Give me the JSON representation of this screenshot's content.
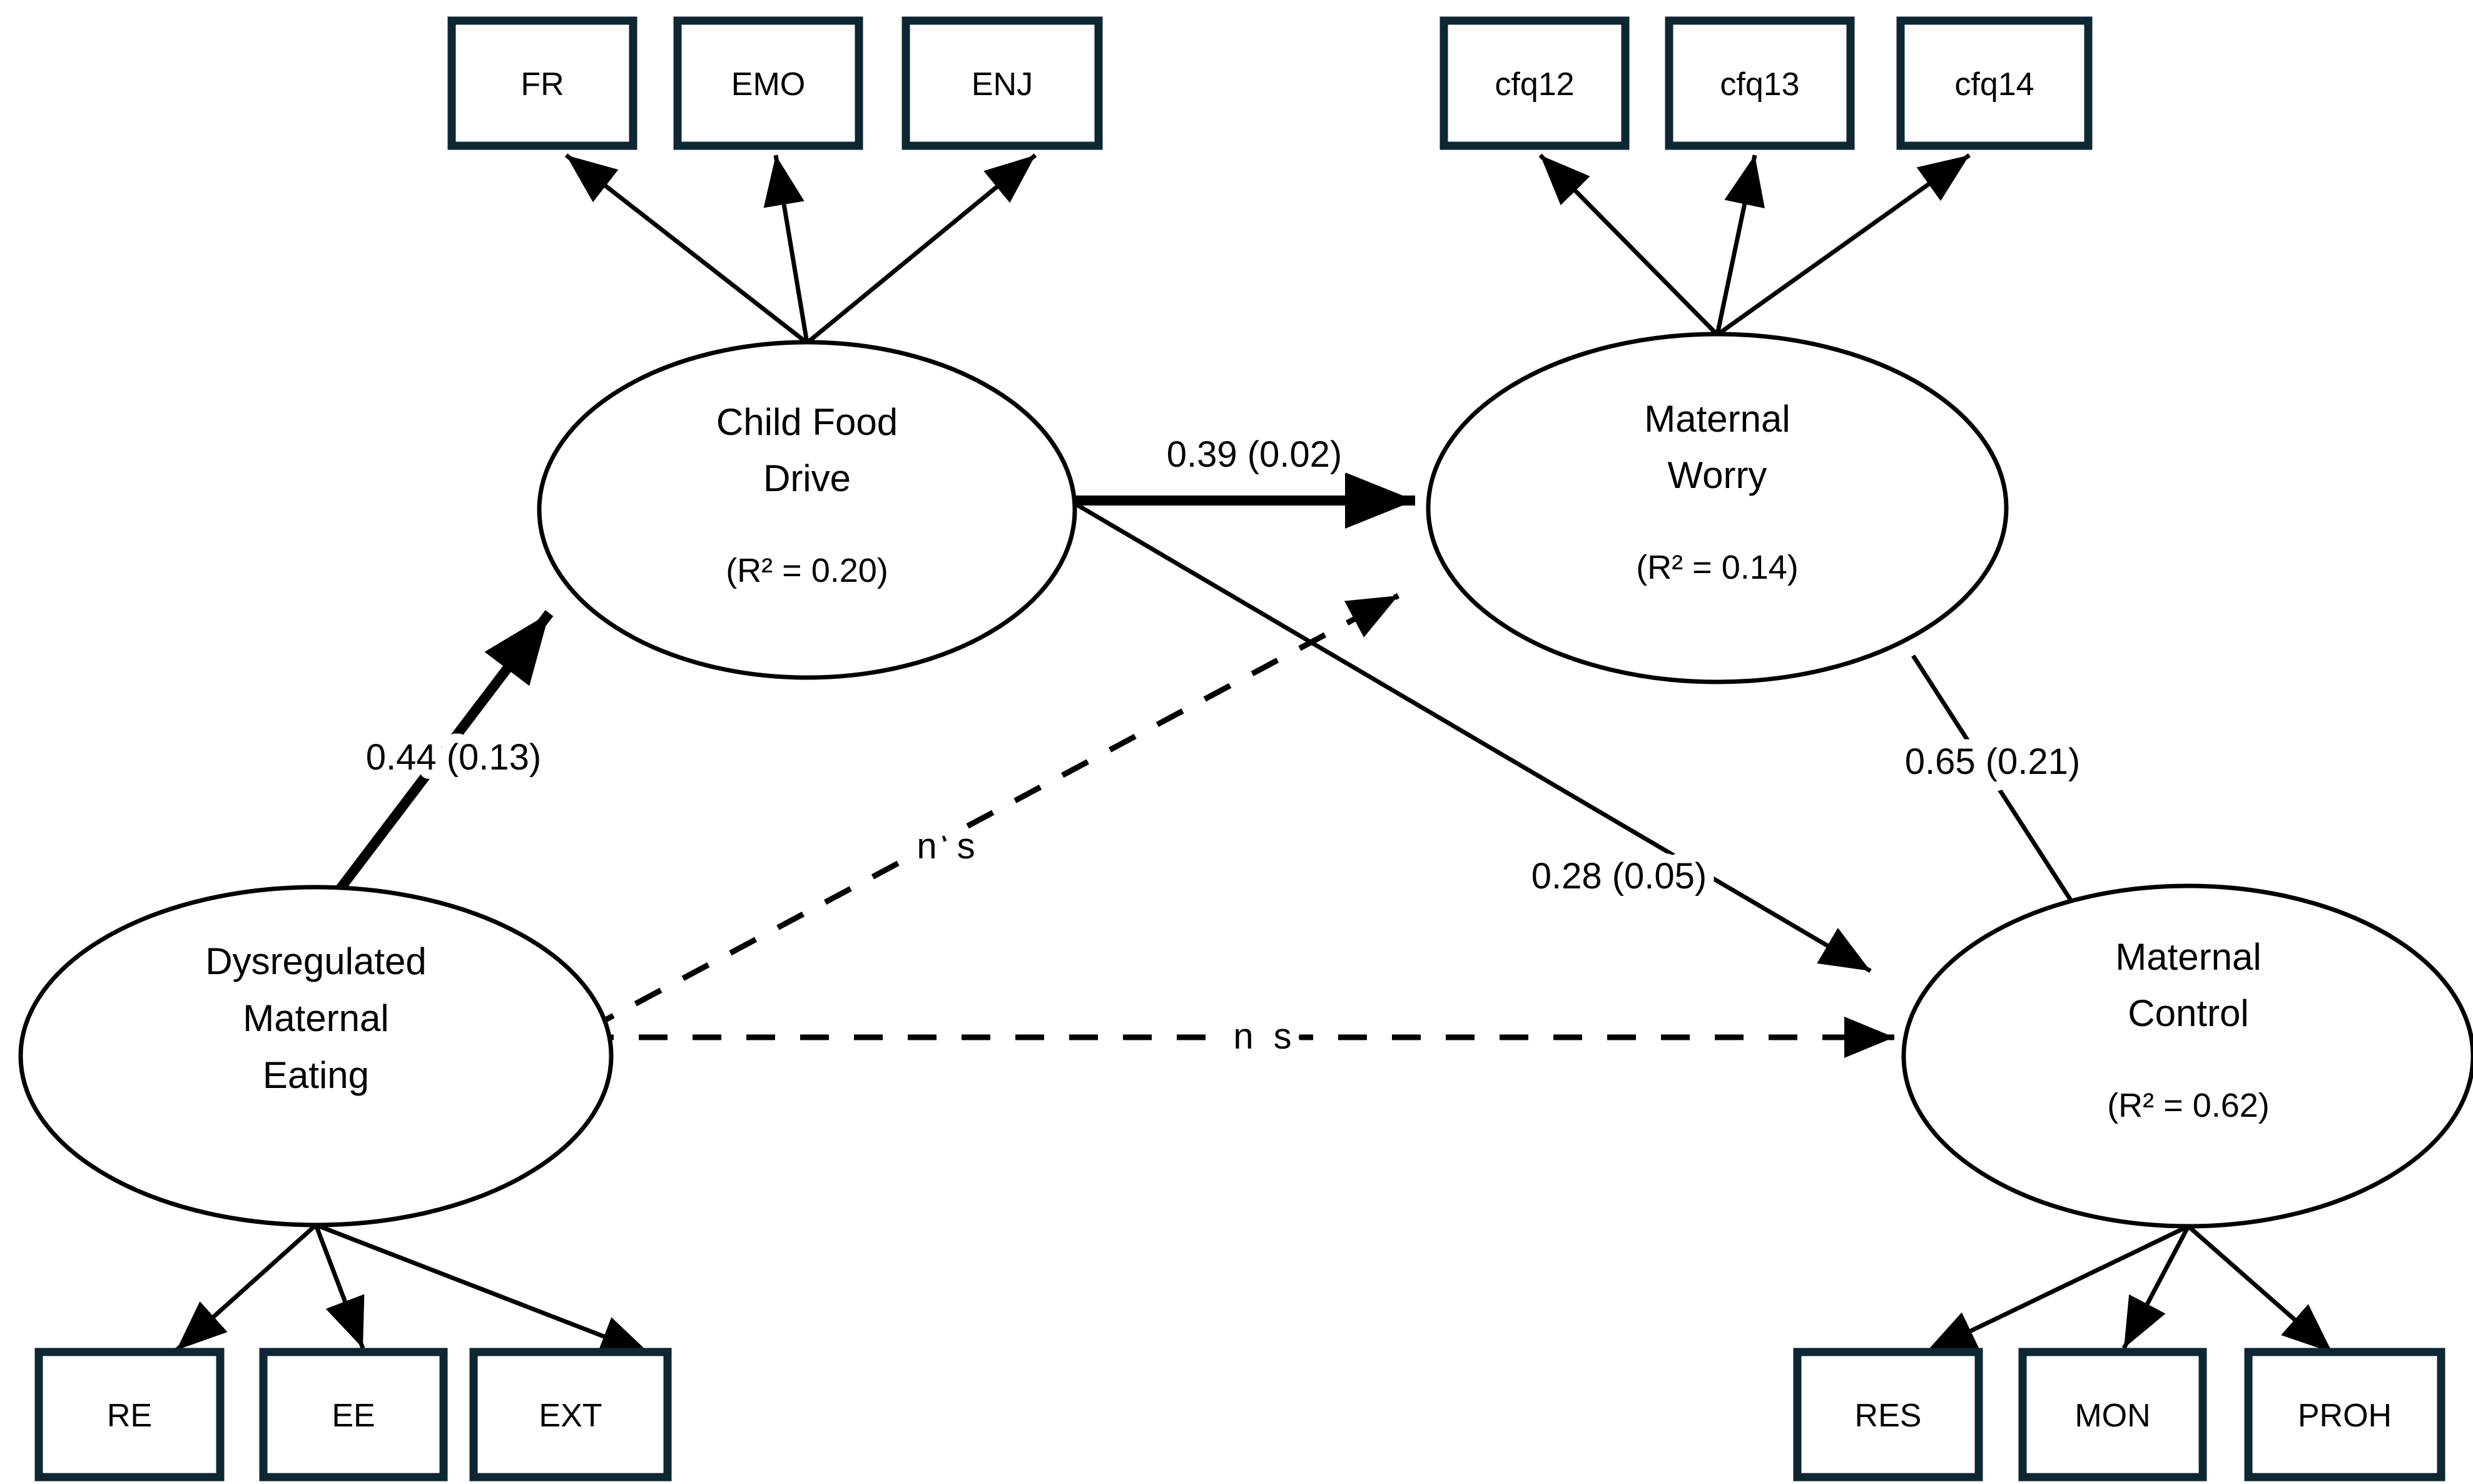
{
  "figure": {
    "type": "sem-path-diagram",
    "background": "#ffffff",
    "colors": {
      "indicator_border": "#0d2733",
      "line": "#000000",
      "text": "#000000"
    }
  },
  "latents": [
    {
      "id": "child-food-drive",
      "lines": [
        "Child Food",
        "Drive"
      ],
      "r2": "(R² = 0.20)"
    },
    {
      "id": "maternal-worry",
      "lines": [
        "Maternal",
        "Worry"
      ],
      "r2": "(R² = 0.14)"
    },
    {
      "id": "dysregulated-maternal-eating",
      "lines": [
        "Dysregulated",
        "Maternal",
        "Eating"
      ],
      "r2": ""
    },
    {
      "id": "maternal-control",
      "lines": [
        "Maternal",
        "Control"
      ],
      "r2": "(R² = 0.62)"
    }
  ],
  "indicators": [
    {
      "id": "FR",
      "label": "FR",
      "latent": "child-food-drive"
    },
    {
      "id": "EMO",
      "label": "EMO",
      "latent": "child-food-drive"
    },
    {
      "id": "ENJ",
      "label": "ENJ",
      "latent": "child-food-drive"
    },
    {
      "id": "cfq12",
      "label": "cfq12",
      "latent": "maternal-worry"
    },
    {
      "id": "cfq13",
      "label": "cfq13",
      "latent": "maternal-worry"
    },
    {
      "id": "cfq14",
      "label": "cfq14",
      "latent": "maternal-worry"
    },
    {
      "id": "RE",
      "label": "RE",
      "latent": "dysregulated-maternal-eating"
    },
    {
      "id": "EE",
      "label": "EE",
      "latent": "dysregulated-maternal-eating"
    },
    {
      "id": "EXT",
      "label": "EXT",
      "latent": "dysregulated-maternal-eating"
    },
    {
      "id": "RES",
      "label": "RES",
      "latent": "maternal-control"
    },
    {
      "id": "MON",
      "label": "MON",
      "latent": "maternal-control"
    },
    {
      "id": "PROH",
      "label": "PROH",
      "latent": "maternal-control"
    }
  ],
  "paths": [
    {
      "from": "dysregulated-maternal-eating",
      "to": "child-food-drive",
      "label": "0.44 (0.13)",
      "style": "solid",
      "weight": "thick"
    },
    {
      "from": "child-food-drive",
      "to": "maternal-worry",
      "label": "0.39 (0.02)",
      "style": "solid",
      "weight": "thick"
    },
    {
      "from": "maternal-worry",
      "to": "maternal-control",
      "label": "0.65 (0.21)",
      "style": "solid",
      "weight": "normal"
    },
    {
      "from": "child-food-drive",
      "to": "maternal-control",
      "label": "0.28 (0.05)",
      "style": "solid",
      "weight": "normal"
    },
    {
      "from": "dysregulated-maternal-eating",
      "to": "maternal-worry",
      "label": "n s",
      "style": "dashed",
      "weight": "normal"
    },
    {
      "from": "dysregulated-maternal-eating",
      "to": "maternal-control",
      "label": "n s",
      "style": "dashed",
      "weight": "normal"
    }
  ]
}
